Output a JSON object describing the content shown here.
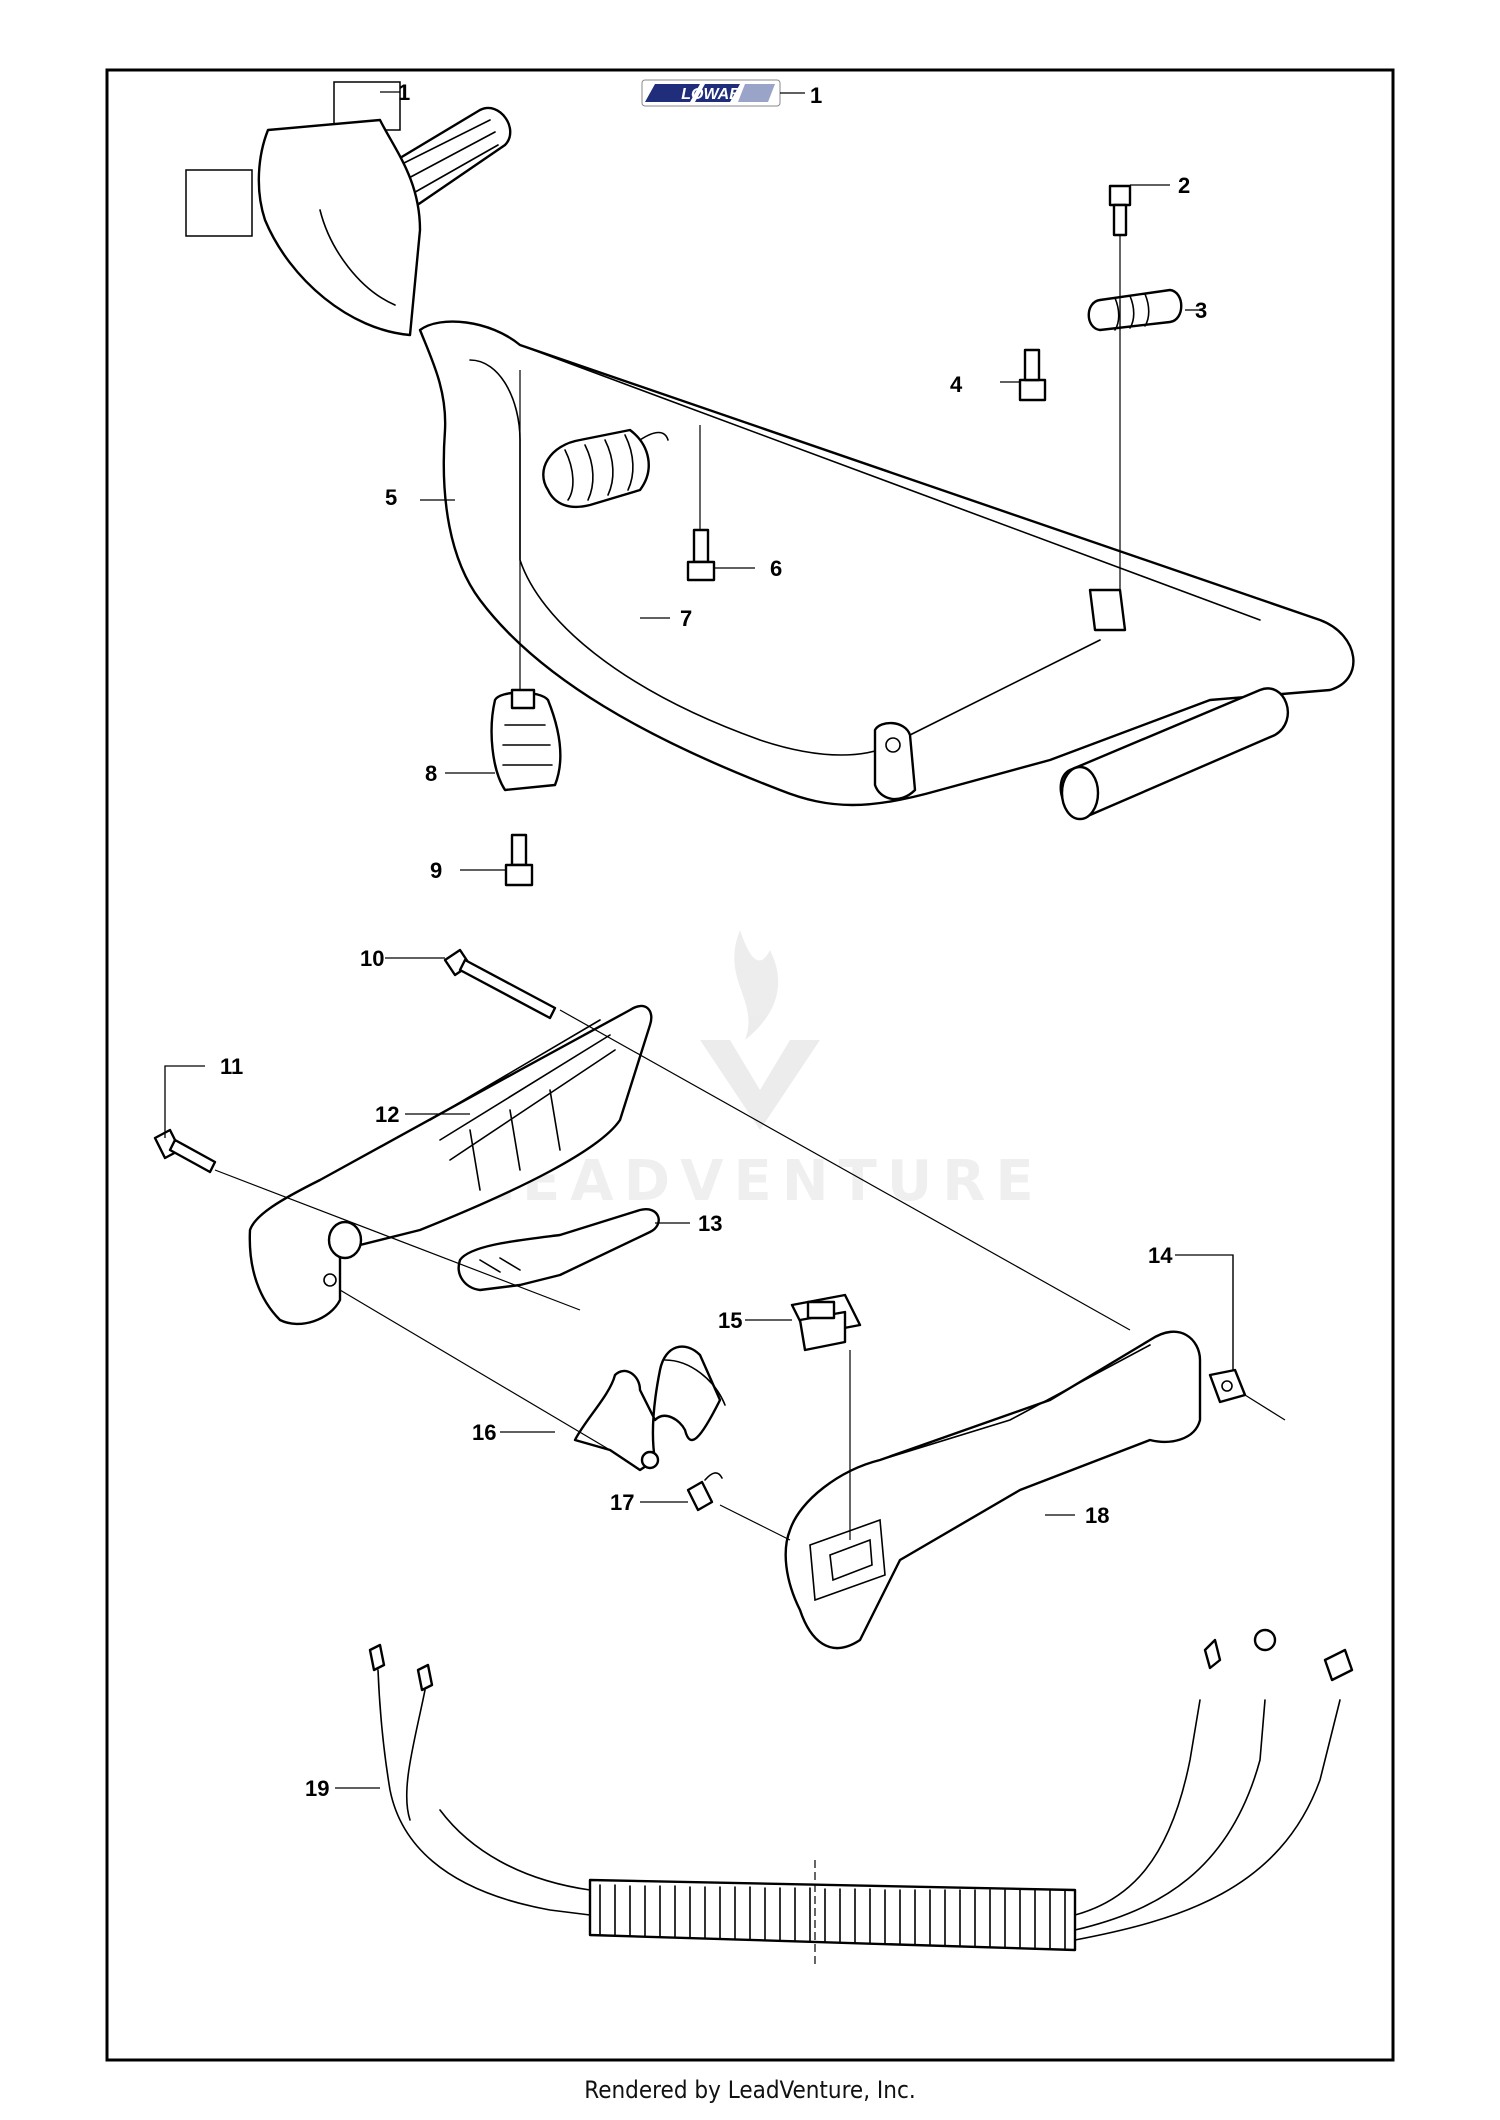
{
  "brand_label": "LOWAB",
  "watermark": "LEADVENTURE",
  "footer": "Rendered by LeadVenture, Inc.",
  "callouts": [
    {
      "id": "c1a",
      "number": "1"
    },
    {
      "id": "c1b",
      "number": "1"
    },
    {
      "id": "c2",
      "number": "2"
    },
    {
      "id": "c3",
      "number": "3"
    },
    {
      "id": "c4",
      "number": "4"
    },
    {
      "id": "c5",
      "number": "5"
    },
    {
      "id": "c6",
      "number": "6"
    },
    {
      "id": "c7",
      "number": "7"
    },
    {
      "id": "c8",
      "number": "8"
    },
    {
      "id": "c9",
      "number": "9"
    },
    {
      "id": "c10",
      "number": "10"
    },
    {
      "id": "c11",
      "number": "11"
    },
    {
      "id": "c12",
      "number": "12"
    },
    {
      "id": "c13",
      "number": "13"
    },
    {
      "id": "c14",
      "number": "14"
    },
    {
      "id": "c15",
      "number": "15"
    },
    {
      "id": "c16",
      "number": "16"
    },
    {
      "id": "c17",
      "number": "17"
    },
    {
      "id": "c18",
      "number": "18"
    },
    {
      "id": "c19",
      "number": "19"
    }
  ]
}
